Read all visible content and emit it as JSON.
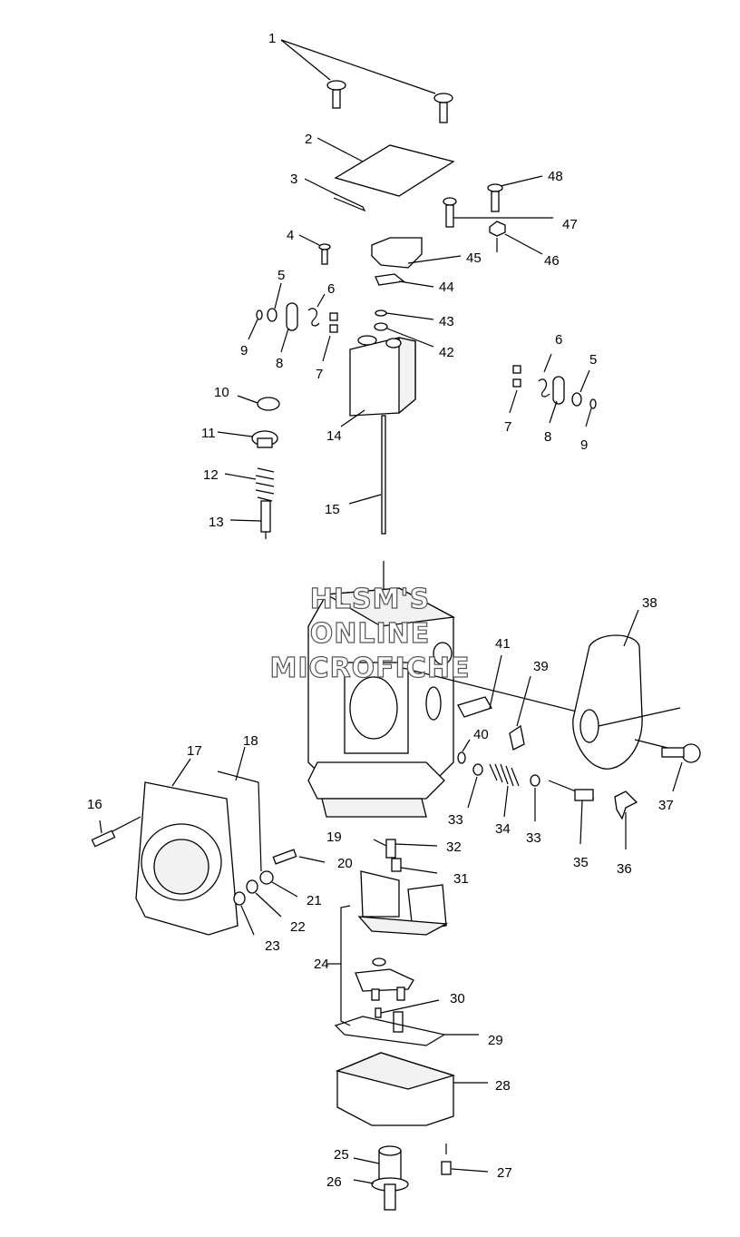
{
  "watermark": {
    "lines": [
      "HLSM'S",
      "ONLINE",
      "MICROFICHE"
    ]
  },
  "callouts": [
    "1",
    "2",
    "3",
    "4",
    "5",
    "6",
    "7",
    "8",
    "9",
    "10",
    "11",
    "12",
    "13",
    "14",
    "15",
    "16",
    "17",
    "18",
    "19",
    "20",
    "21",
    "22",
    "23",
    "24",
    "25",
    "26",
    "27",
    "28",
    "29",
    "30",
    "31",
    "32",
    "33",
    "34",
    "35",
    "36",
    "37",
    "38",
    "39",
    "40",
    "41",
    "42",
    "43",
    "44",
    "45",
    "46",
    "47",
    "48"
  ],
  "callout_labels": {
    "c1": "1",
    "c2": "2",
    "c3": "3",
    "c4": "4",
    "c5a": "5",
    "c5b": "5",
    "c6a": "6",
    "c6b": "6",
    "c7a": "7",
    "c7b": "7",
    "c8a": "8",
    "c8b": "8",
    "c9a": "9",
    "c9b": "9",
    "c10": "10",
    "c11": "11",
    "c12": "12",
    "c13": "13",
    "c14": "14",
    "c15": "15",
    "c16": "16",
    "c17": "17",
    "c18": "18",
    "c19": "19",
    "c20": "20",
    "c21": "21",
    "c22": "22",
    "c23": "23",
    "c24": "24",
    "c25": "25",
    "c26": "26",
    "c27": "27",
    "c28": "28",
    "c29": "29",
    "c30": "30",
    "c31": "31",
    "c32": "32",
    "c33a": "33",
    "c33b": "33",
    "c34": "34",
    "c35": "35",
    "c36": "36",
    "c37": "37",
    "c38": "38",
    "c39": "39",
    "c40": "40",
    "c41": "41",
    "c42": "42",
    "c43": "43",
    "c44": "44",
    "c45": "45",
    "c46": "46",
    "c47": "47",
    "c48": "48"
  }
}
